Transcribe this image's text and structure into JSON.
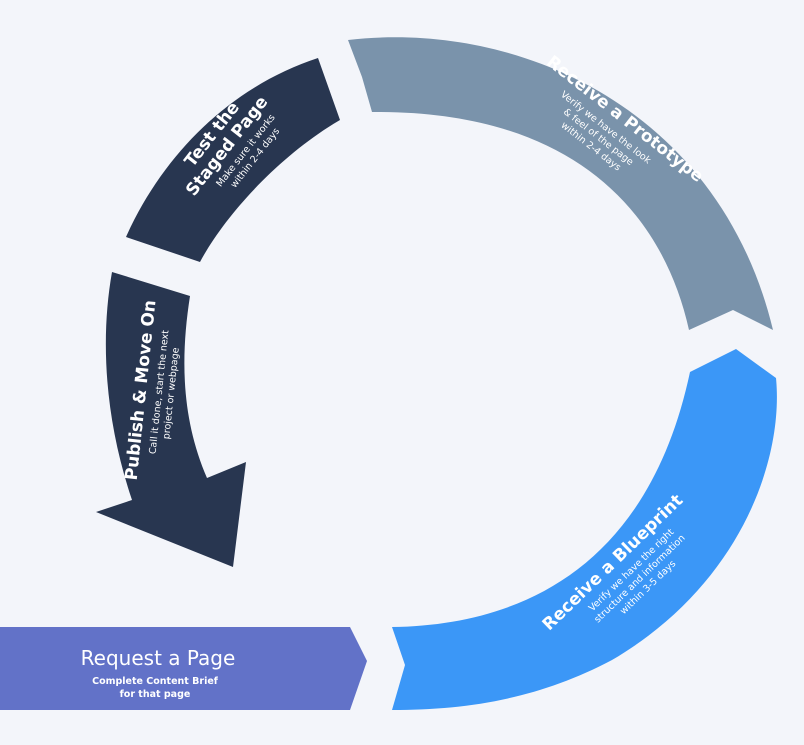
{
  "colors": {
    "background": "#f3f5fa",
    "request": "#6272c8",
    "blueprint": "#3b97f7",
    "prototype": "#7a93ab",
    "staged": "#283650",
    "publish": "#283650"
  },
  "steps": {
    "request": {
      "title": "Request a Page",
      "line1": "Complete Content Brief",
      "line2": "for that page"
    },
    "blueprint": {
      "title": "Receive a Blueprint",
      "line1": "Verify we have the right",
      "line2": "structure and information",
      "line3": "within 3-5 days"
    },
    "prototype": {
      "title": "Receive a Prototype",
      "line1": "Verify we have the look",
      "line2": "& feel of the page",
      "line3": "within 2-4 days"
    },
    "staged": {
      "title1": "Test the",
      "title2": "Staged Page",
      "line1": "Make sure it works",
      "line2": "within 2-4 days"
    },
    "publish": {
      "title": "Publish & Move On",
      "line1": "Call it done, start the next",
      "line2": "project or webpage"
    }
  }
}
